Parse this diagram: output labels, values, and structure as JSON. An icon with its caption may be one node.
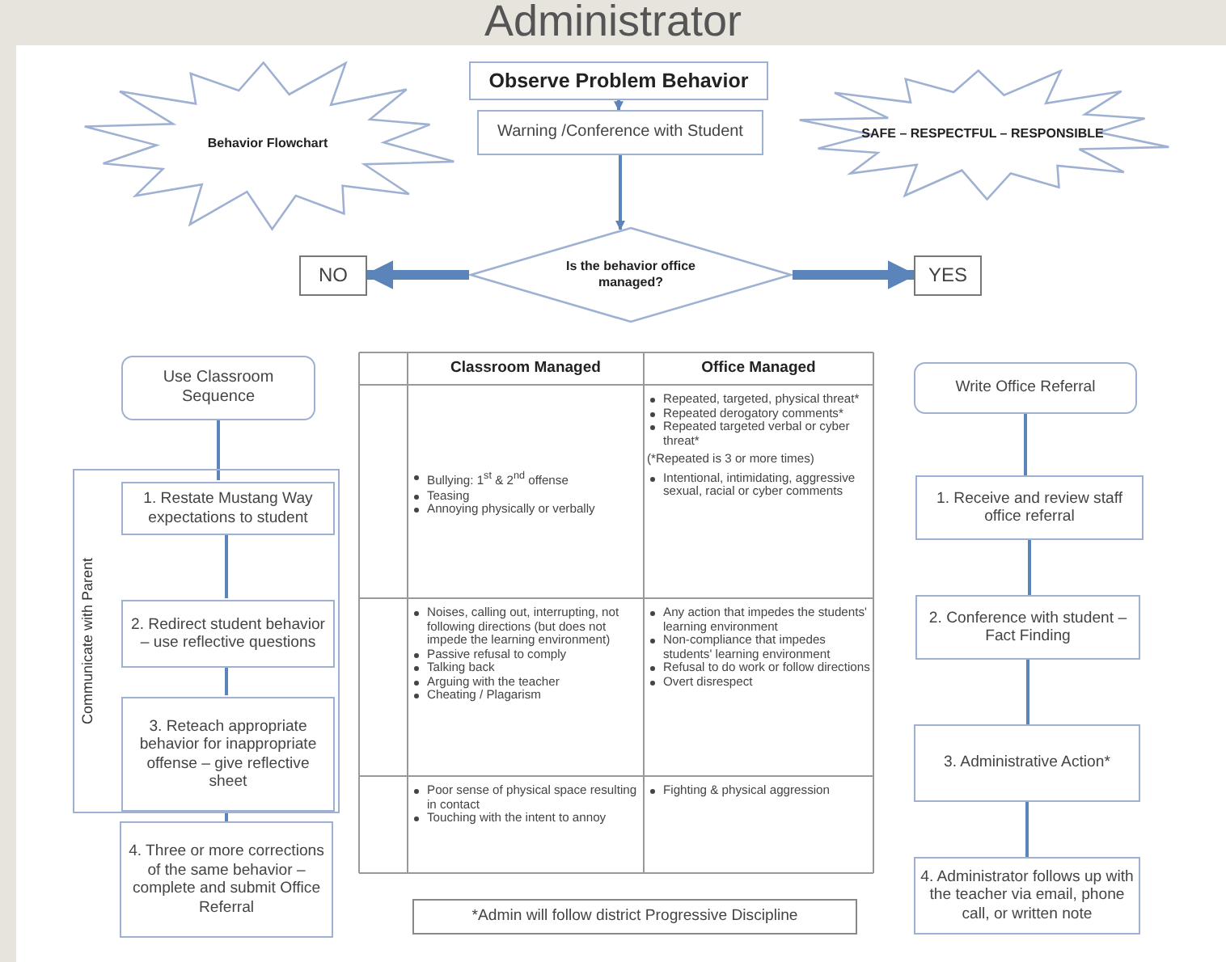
{
  "diagram": {
    "title": "Administrator",
    "nodes": [
      {
        "text": [
          "Behavior Flowchart"
        ]
      },
      {
        "text": [
          "Observe Problem Behavior"
        ]
      },
      {
        "text": [
          "Warning /Conference with Student"
        ]
      },
      {
        "text": [
          "SAFE – RESPECTFUL – RESPONSIBLE"
        ]
      },
      {
        "text": [
          "NO"
        ]
      },
      {
        "text": [
          "Is the behavior office managed?"
        ]
      },
      {
        "text": [
          "YES"
        ]
      },
      {
        "text": [
          "Use Classroom Sequence"
        ]
      },
      {
        "text": [
          "Communicate with Parent"
        ]
      },
      {
        "text": [
          "1.  Restate Mustang Way expectations to student"
        ],
        "in": 8
      },
      {
        "text": [
          "2. Redirect student behavior – use reflective questions"
        ],
        "in": 8
      },
      {
        "text": [
          "3. Reteach appropriate behavior for inappropriate offense – give reflective sheet"
        ],
        "in": 8
      },
      {
        "text": [
          "4. Three or more corrections of the same behavior – complete and submit Office Referral"
        ]
      },
      {
        "text": [
          "Write Office Referral"
        ]
      },
      {
        "text": [
          "1.  Receive and review staff office referral"
        ]
      },
      {
        "text": [
          "2. Conference with student – Fact Finding"
        ]
      },
      {
        "text": [
          "3. Administrative Action*"
        ]
      },
      {
        "text": [
          "4. Administrator follows up with the teacher via email, phone call, or written note"
        ]
      },
      {
        "text": [
          "*Admin will follow district Progressive Discipline"
        ]
      }
    ],
    "edges": [
      {
        "from": 1,
        "to": 2,
        "arrow": "to"
      },
      {
        "from": 2,
        "to": 5,
        "arrow": "to"
      },
      {
        "from": 5,
        "to": 4,
        "arrow": "to",
        "style": "thick"
      },
      {
        "from": 5,
        "to": 6,
        "arrow": "to",
        "style": "thick"
      },
      {
        "from": 7,
        "to": 9,
        "arrow": "none"
      },
      {
        "from": 9,
        "to": 10,
        "arrow": "none"
      },
      {
        "from": 10,
        "to": 11,
        "arrow": "none"
      },
      {
        "from": 11,
        "to": 12,
        "arrow": "none"
      },
      {
        "from": 13,
        "to": 14,
        "arrow": "none"
      },
      {
        "from": 14,
        "to": 15,
        "arrow": "none"
      },
      {
        "from": 15,
        "to": 16,
        "arrow": "none"
      },
      {
        "from": 16,
        "to": 17,
        "arrow": "none"
      }
    ],
    "labels": [
      "Classroom Managed",
      "Office Managed",
      "Bullying: 1$^{st}$ & 2$^{nd}$ offense",
      "Teasing",
      "Annoying physically or verbally",
      "Repeated, targeted, physical threat*",
      "Repeated derogatory comments*",
      "Repeated targeted verbal or cyber threat*",
      "(*Repeated is 3 or more times)",
      "Intentional, intimidating, aggressive sexual, racial or cyber comments",
      "Noises, calling out, interrupting, not following directions (but does not impede the learning environment)",
      "Passive refusal to comply",
      "Talking back",
      "Arguing with the teacher",
      "Cheating / Plagarism",
      "Any action that impedes the students' learning environment",
      "Non-compliance that impedes students' learning environment",
      "Refusal to do work or follow directions",
      "Overt disrespect",
      "Poor sense of physical space resulting in contact",
      "Touching with the intent to annoy",
      "Fighting & physical aggression"
    ]
  }
}
